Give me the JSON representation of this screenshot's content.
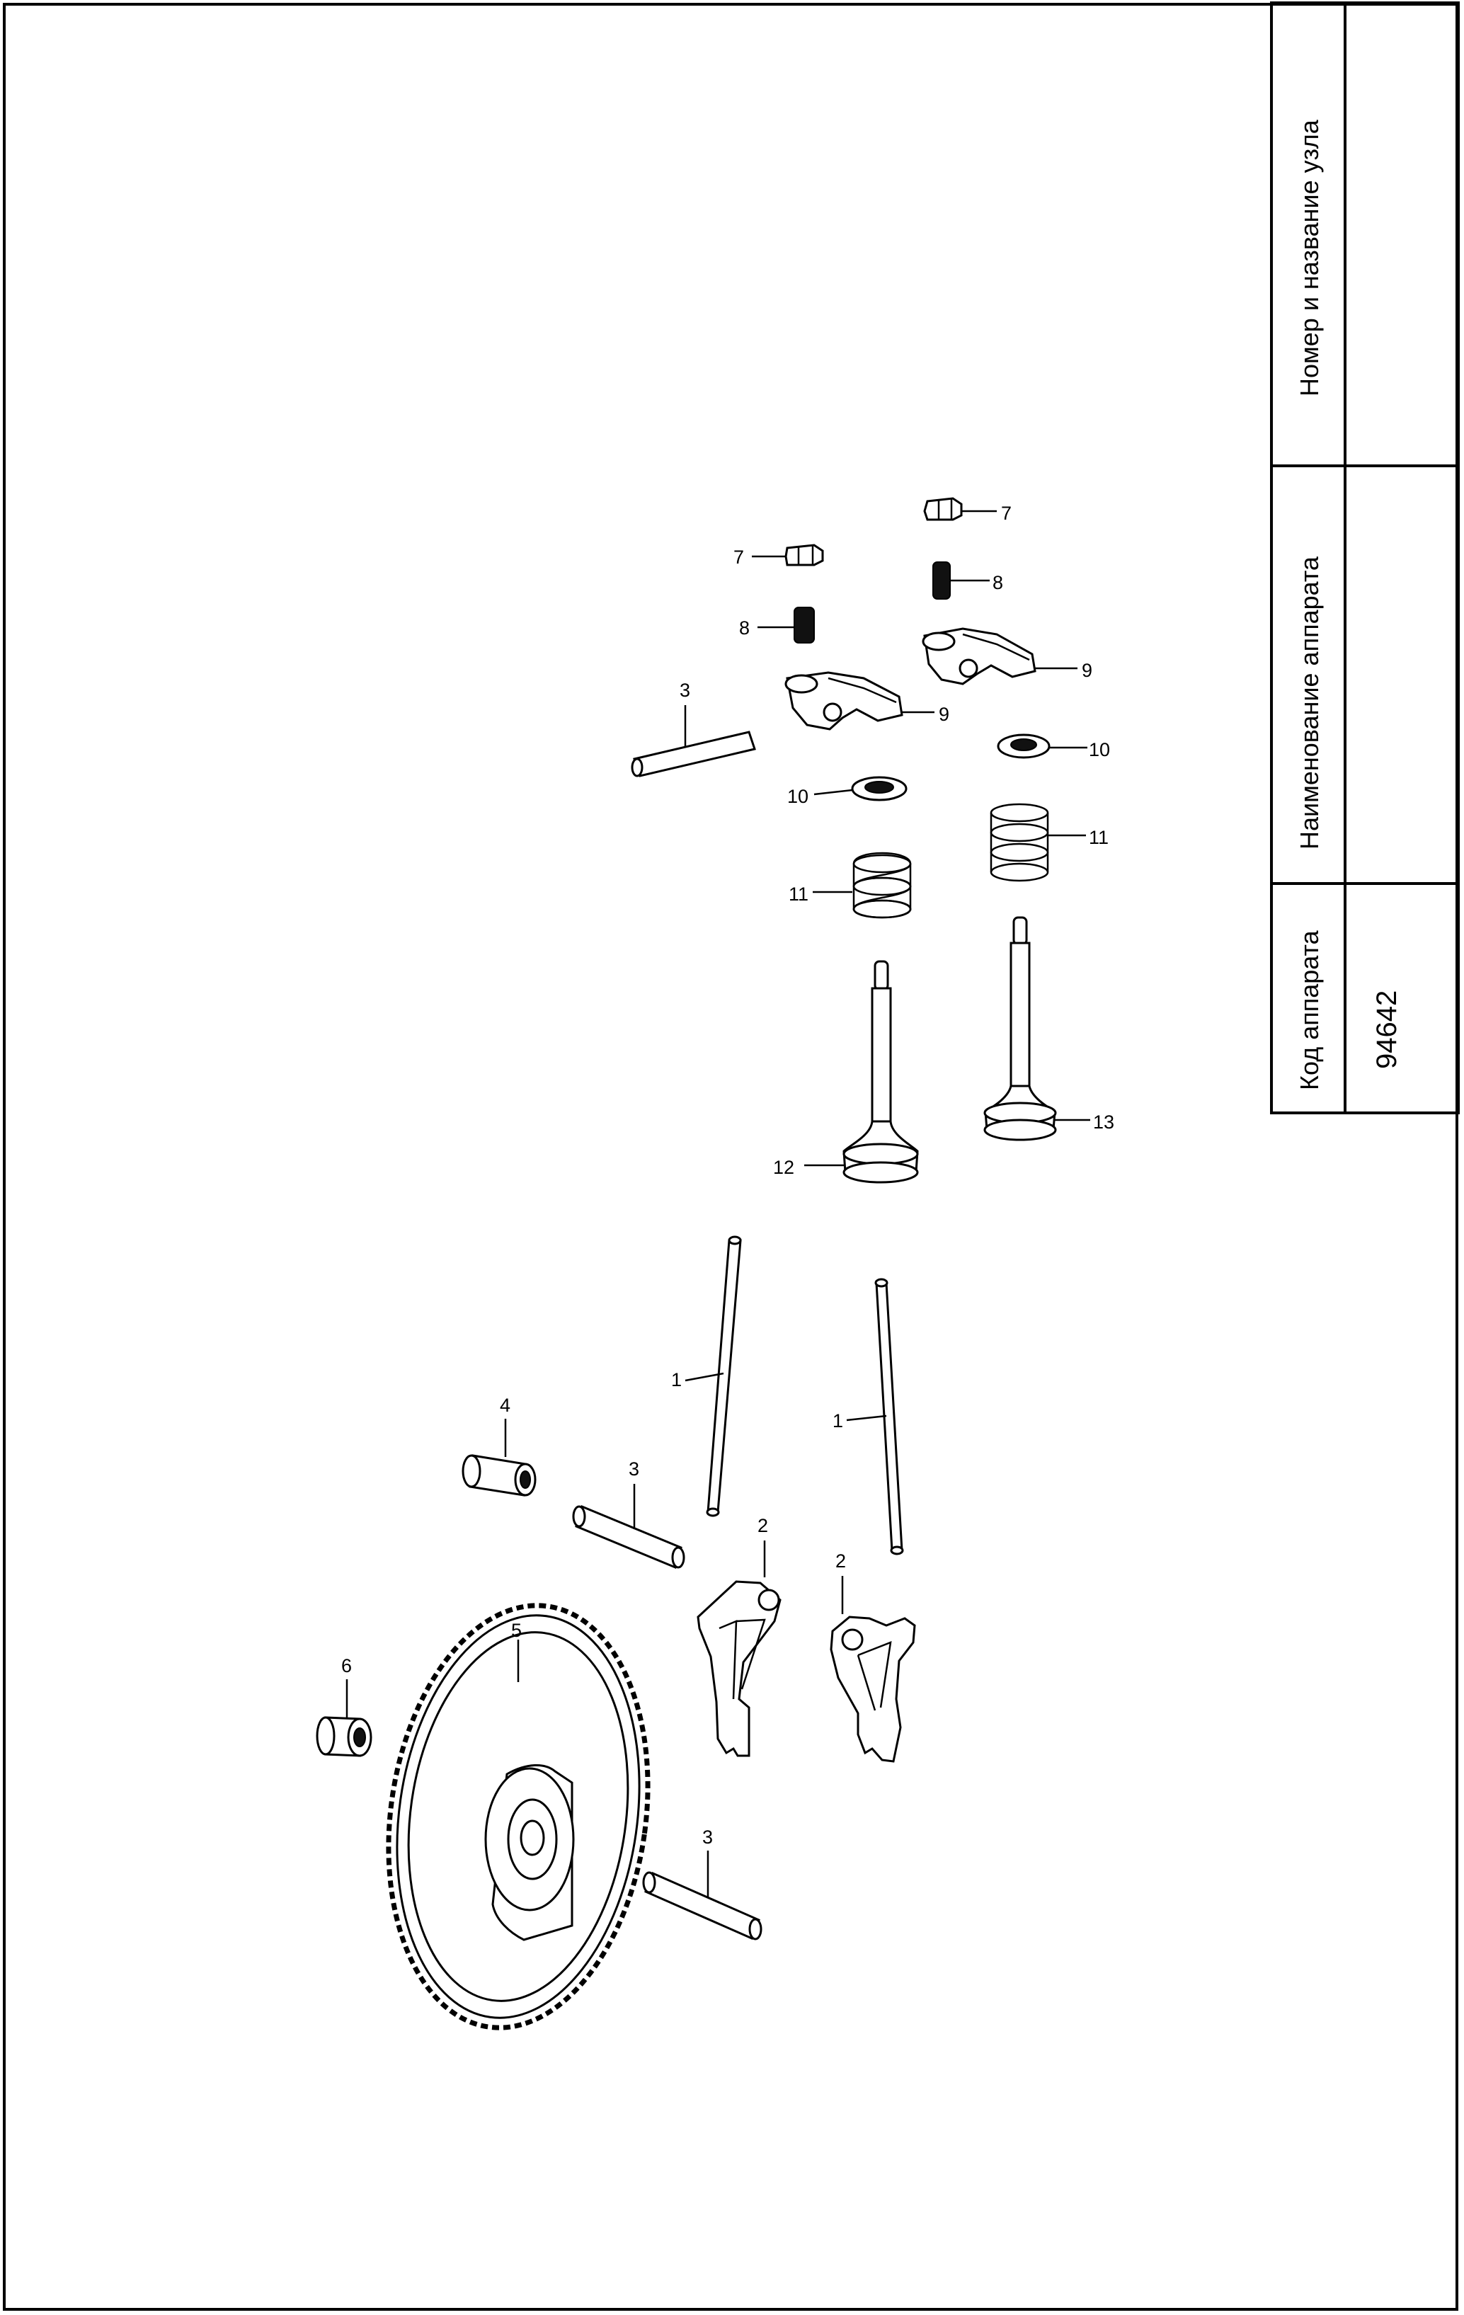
{
  "title_block": {
    "assembly_label": "Номер и название узла",
    "apparatus_name_label": "Наименование аппарата",
    "apparatus_code_label": "Код аппарата",
    "apparatus_code": "94642",
    "assembly_value": "",
    "apparatus_name_value": ""
  },
  "parts": [
    {
      "id": "push-rod-left",
      "callout": "1",
      "icon": "push-rod-icon"
    },
    {
      "id": "push-rod-right",
      "callout": "1",
      "icon": "push-rod-icon"
    },
    {
      "id": "tappet-left",
      "callout": "2",
      "icon": "tappet-icon"
    },
    {
      "id": "tappet-right",
      "callout": "2",
      "icon": "tappet-icon"
    },
    {
      "id": "shaft-top",
      "callout": "3",
      "icon": "shaft-icon"
    },
    {
      "id": "shaft-middle",
      "callout": "3",
      "icon": "shaft-icon"
    },
    {
      "id": "shaft-bottom",
      "callout": "3",
      "icon": "shaft-icon"
    },
    {
      "id": "bushing",
      "callout": "4",
      "icon": "bushing-icon"
    },
    {
      "id": "camshaft-gear",
      "callout": "5",
      "icon": "gear-icon"
    },
    {
      "id": "bearing-bush",
      "callout": "6",
      "icon": "bushing-icon"
    },
    {
      "id": "nut-left",
      "callout": "7",
      "icon": "nut-icon"
    },
    {
      "id": "nut-right",
      "callout": "7",
      "icon": "nut-icon"
    },
    {
      "id": "adjust-screw-left",
      "callout": "8",
      "icon": "screw-icon"
    },
    {
      "id": "adjust-screw-right",
      "callout": "8",
      "icon": "screw-icon"
    },
    {
      "id": "rocker-arm-left",
      "callout": "9",
      "icon": "rocker-arm-icon"
    },
    {
      "id": "rocker-arm-right",
      "callout": "9",
      "icon": "rocker-arm-icon"
    },
    {
      "id": "spring-retainer-left",
      "callout": "10",
      "icon": "retainer-icon"
    },
    {
      "id": "spring-retainer-right",
      "callout": "10",
      "icon": "retainer-icon"
    },
    {
      "id": "valve-spring-left",
      "callout": "11",
      "icon": "spring-icon"
    },
    {
      "id": "valve-spring-right",
      "callout": "11",
      "icon": "spring-icon"
    },
    {
      "id": "intake-valve",
      "callout": "12",
      "icon": "valve-icon"
    },
    {
      "id": "exhaust-valve",
      "callout": "13",
      "icon": "valve-icon"
    }
  ]
}
